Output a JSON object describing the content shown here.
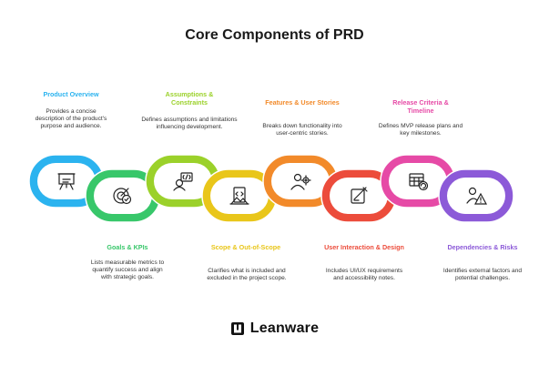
{
  "title": "Core Components of PRD",
  "brand": {
    "name": "Leanware",
    "logo": "leanware-logo-icon"
  },
  "components": [
    {
      "label": "Product Overview",
      "desc": "Provides a concise description of the product's purpose and audience.",
      "color": "#2bb3ef",
      "icon": "presentation-board-icon",
      "position": "top"
    },
    {
      "label": "Goals & KPIs",
      "desc": "Lists measurable metrics to quantify success and align with strategic goals.",
      "color": "#38c76a",
      "icon": "target-check-icon",
      "position": "bottom"
    },
    {
      "label": "Assumptions & Constraints",
      "desc": "Defines assumptions and limitations influencing development.",
      "color": "#9bd12a",
      "icon": "developer-code-icon",
      "position": "top"
    },
    {
      "label": "Scope & Out-of-Scope",
      "desc": "Clarifies what is included and excluded in the project scope.",
      "color": "#e9c61a",
      "icon": "document-code-icon",
      "position": "bottom"
    },
    {
      "label": "Features & User Stories",
      "desc": "Breaks down functionality into user-centric stories.",
      "color": "#f28a2a",
      "icon": "user-gear-icon",
      "position": "top"
    },
    {
      "label": "User Interaction & Design",
      "desc": "Includes UI/UX requirements and accessibility notes.",
      "color": "#ec4c3b",
      "icon": "design-pen-icon",
      "position": "bottom"
    },
    {
      "label": "Release Criteria & Timeline",
      "desc": "Defines MVP release plans and key milestones.",
      "color": "#e64aa6",
      "icon": "calendar-refresh-icon",
      "position": "top"
    },
    {
      "label": "Dependencies & Risks",
      "desc": "Identifies external factors and potential challenges.",
      "color": "#8c5ad8",
      "icon": "risk-warning-icon",
      "position": "bottom"
    }
  ]
}
